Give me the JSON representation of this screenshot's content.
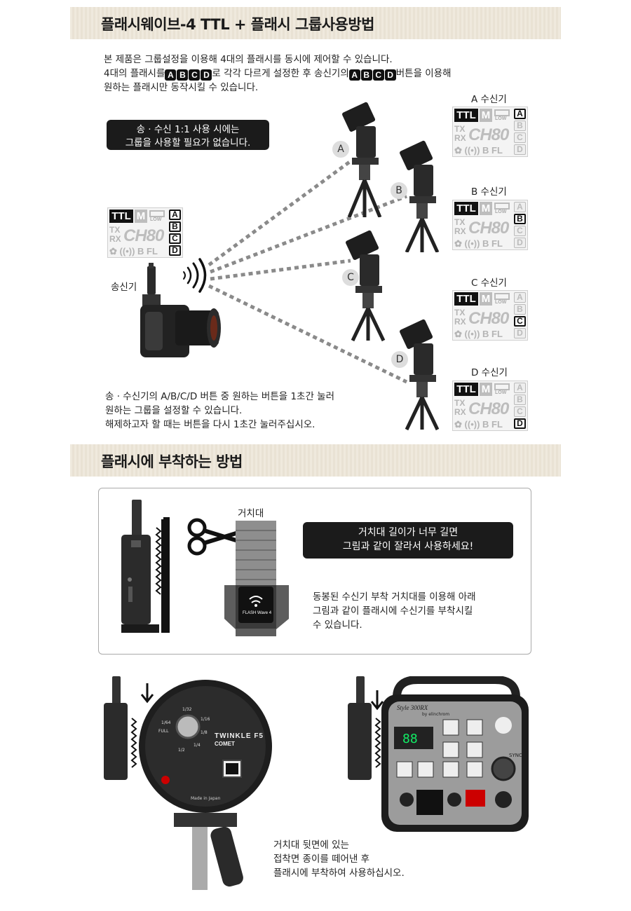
{
  "section1": {
    "title": "플래시웨이브-4 TTL + 플래시 그룹사용방법",
    "intro_line1": "본 제품은 그룹설정을 이용해 4대의 플래시를 동시에 제어할 수 있습니다.",
    "intro_line2_a": "4대의 플래시를",
    "intro_line2_b": "로 각각 다르게 설정한 후 송신기의",
    "intro_line2_c": "버튼을 이용해",
    "intro_line3": "원하는 플래시만 동작시킬 수 있습니다.",
    "group_letters": [
      "A",
      "B",
      "C",
      "D"
    ],
    "note_line1": "송 · 수신 1:1 사용 시에는",
    "note_line2": "그룹을 사용할 필요가 없습니다.",
    "transmitter_label": "송신기",
    "receivers": [
      {
        "label": "A 수신기",
        "marker": "A",
        "active": "A"
      },
      {
        "label": "B 수신기",
        "marker": "B",
        "active": "B"
      },
      {
        "label": "C 수신기",
        "marker": "C",
        "active": "C"
      },
      {
        "label": "D 수신기",
        "marker": "D",
        "active": "D"
      }
    ],
    "lcd": {
      "ttl": "TTL",
      "m": "M",
      "low": "LOW",
      "tx": "TX",
      "rx": "RX",
      "ch": "CH80",
      "b": "B",
      "fl": "FL"
    },
    "bottom_line1": "송 · 수신기의 A/B/C/D 버튼 중 원하는 버튼을 1초간 눌러",
    "bottom_line2": "원하는 그룹을 설정할 수 있습니다.",
    "bottom_line3": "해제하고자 할 때는 버튼을 다시 1초간 눌러주십시오."
  },
  "section2": {
    "title": "플래시에 부착하는 방법",
    "holder_label": "거치대",
    "warning_line1": "거치대 길이가 너무 길면",
    "warning_line2": "그림과 같이 잘라서 사용하세요!",
    "desc_line1": "동봉된 수신기 부착 거치대를 이용해 아래",
    "desc_line2": "그림과 같이 플래시에 수신기를 부착시킬",
    "desc_line3": "수 있습니다.",
    "final_line1": "거치대 뒷면에 있는",
    "final_line2": "접착면 종이를 떼어낸 후",
    "final_line3": "플래시에 부착하여 사용하십시오.",
    "holder_brand": "FLASH Wave 4",
    "strobe1": {
      "brand": "TWINKLE F5",
      "maker": "COMET",
      "made_in": "Made in Japan",
      "dial": [
        "1/32",
        "1/16",
        "1/64",
        "1/8",
        "FULL",
        "1/2",
        "1/4"
      ]
    },
    "strobe2": {
      "model": "Style 300RX",
      "maker": "by elinchrom",
      "display": "88",
      "sync": "SYNC"
    }
  },
  "colors": {
    "section_bg": "#efe9dd",
    "dark": "#1b1b1b",
    "gray": "#bdbdbd"
  }
}
